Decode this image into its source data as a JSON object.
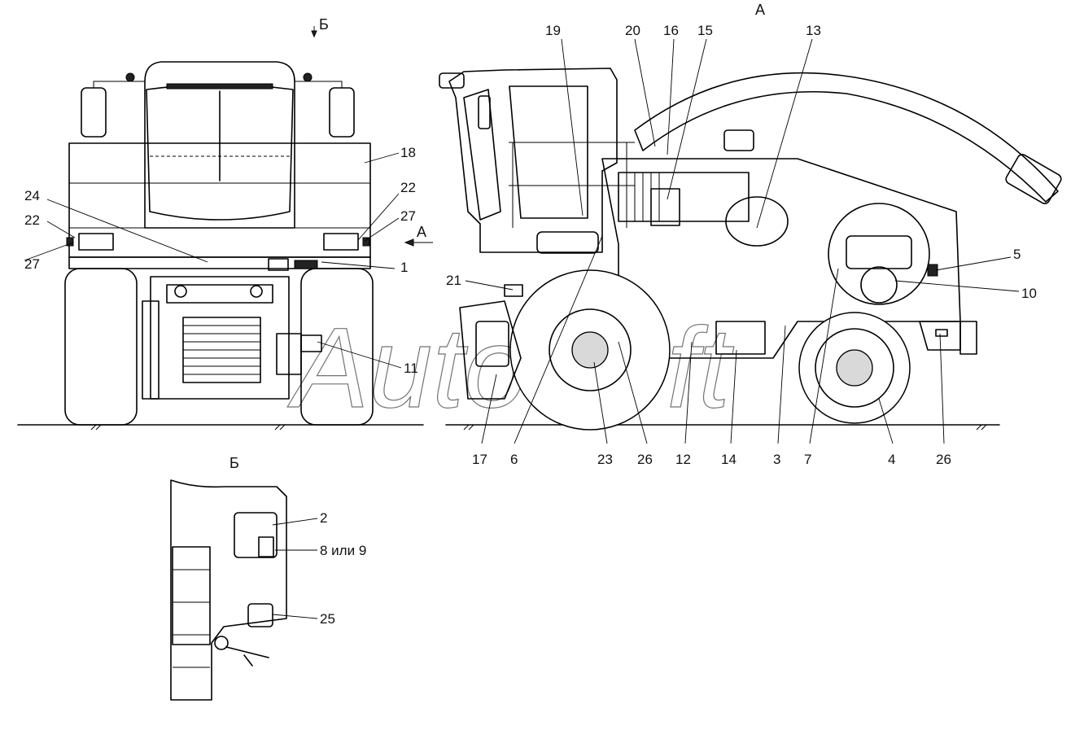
{
  "views": {
    "front_view_marker": "Б",
    "side_view_marker": "А",
    "detail_view_title": "Б",
    "arrow_a_label": "А"
  },
  "watermark": "AutoSoft",
  "callouts": {
    "c1": "1",
    "c2": "2",
    "c3": "3",
    "c4": "4",
    "c5": "5",
    "c6": "6",
    "c7": "7",
    "c8_9": "8 или 9",
    "c10": "10",
    "c11": "11",
    "c12": "12",
    "c13": "13",
    "c14": "14",
    "c15": "15",
    "c16": "16",
    "c17": "17",
    "c18": "18",
    "c19": "19",
    "c20": "20",
    "c21": "21",
    "c22": "22",
    "c23": "23",
    "c24": "24",
    "c25": "25",
    "c26": "26",
    "c27": "27"
  },
  "colors": {
    "line": "#000000",
    "background": "#ffffff",
    "fill_gray": "#d9d9d9"
  }
}
